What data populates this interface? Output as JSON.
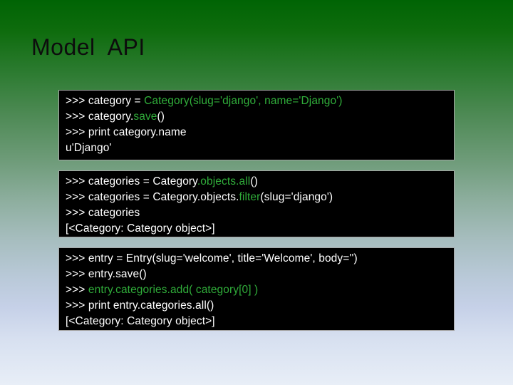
{
  "slide": {
    "title": "Model  API"
  },
  "colors": {
    "background_top": "#006404",
    "background_bottom": "#e8eef7",
    "title_text": "#0d0d0d",
    "code_background": "#000000",
    "code_text_normal": "#ffffff",
    "code_text_highlight": "#30ad3a"
  },
  "code_blocks": [
    {
      "lines": [
        [
          {
            "t": ">>> category = ",
            "c": "w"
          },
          {
            "t": "Category(slug='django', name='Django')",
            "c": "g"
          }
        ],
        [
          {
            "t": ">>> category.",
            "c": "w"
          },
          {
            "t": "save",
            "c": "g"
          },
          {
            "t": "()",
            "c": "w"
          }
        ],
        [
          {
            "t": ">>> print category.name",
            "c": "w"
          }
        ],
        [
          {
            "t": "u'Django'",
            "c": "w"
          }
        ]
      ]
    },
    {
      "lines": [
        [
          {
            "t": ">>> categories = Category",
            "c": "w"
          },
          {
            "t": ".objects.all",
            "c": "g"
          },
          {
            "t": "()",
            "c": "w"
          }
        ],
        [
          {
            "t": ">>> categories = Category.objects.",
            "c": "w"
          },
          {
            "t": "filter",
            "c": "g"
          },
          {
            "t": "(slug='django')",
            "c": "w"
          }
        ],
        [
          {
            "t": ">>> categories",
            "c": "w"
          }
        ],
        [
          {
            "t": "[<Category: Category object>]",
            "c": "w"
          }
        ]
      ]
    },
    {
      "lines": [
        [
          {
            "t": ">>> entry = Entry(slug='welcome', title='Welcome', body='')",
            "c": "w"
          }
        ],
        [
          {
            "t": ">>> entry.save()",
            "c": "w"
          }
        ],
        [
          {
            "t": ">>> ",
            "c": "w"
          },
          {
            "t": "entry.categories.add( category[0] )",
            "c": "g"
          }
        ],
        [
          {
            "t": ">>> print entry.categories.all()",
            "c": "w"
          }
        ],
        [
          {
            "t": "[<Category: Category object>]",
            "c": "w"
          }
        ]
      ]
    }
  ]
}
